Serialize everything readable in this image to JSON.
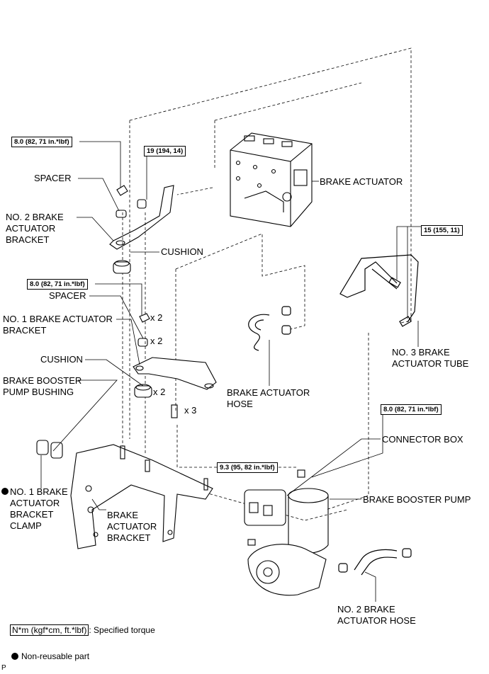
{
  "labels": {
    "spacer_top": "SPACER",
    "no2_bracket": "NO. 2 BRAKE\nACTUATOR\nBRACKET",
    "cushion_top": "CUSHION",
    "spacer_mid": "SPACER",
    "no1_bracket": "NO. 1 BRAKE ACTUATOR\nBRACKET",
    "cushion_mid": "CUSHION",
    "booster_bushing": "BRAKE BOOSTER\nPUMP BUSHING",
    "no1_clamp": "NO. 1 BRAKE\nACTUATOR\nBRACKET\nCLAMP",
    "actuator_bracket": "BRAKE\nACTUATOR\nBRACKET",
    "brake_actuator": "BRAKE ACTUATOR",
    "actuator_hose": "BRAKE ACTUATOR\nHOSE",
    "no3_tube": "NO. 3 BRAKE\nACTUATOR TUBE",
    "connector_box": "CONNECTOR BOX",
    "booster_pump": "BRAKE BOOSTER PUMP",
    "no2_hose": "NO. 2 BRAKE\nACTUATOR HOSE"
  },
  "quantities": {
    "nut_mid": "x 2",
    "spacer_mid": "x 2",
    "cushion_mid": "x 2",
    "bolts": "x 3"
  },
  "torques": {
    "t1": "8.0 (82, 71 in.*lbf)",
    "t2": "19 (194, 14)",
    "t3": "8.0 (82, 71 in.*lbf)",
    "t4": "15 (155, 11)",
    "t5": "8.0 (82, 71 in.*lbf)",
    "t6": "9.3 (95, 82 in.*lbf)"
  },
  "legend": {
    "torque_unit": "N*m (kgf*cm, ft.*lbf)",
    "torque_desc": ": Specified torque",
    "nonreusable": "Non-reusable part"
  },
  "corner_mark": "P",
  "colors": {
    "ink": "#000000",
    "background": "#ffffff"
  }
}
